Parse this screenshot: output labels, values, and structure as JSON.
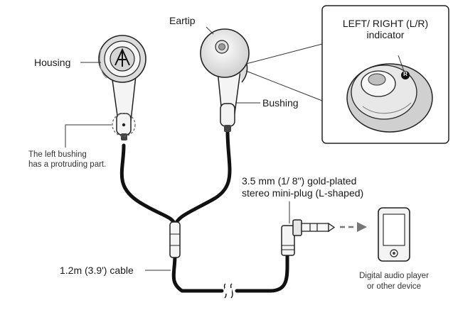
{
  "labels": {
    "housing": "Housing",
    "eartip": "Eartip",
    "lr_indicator_line1": "LEFT/ RIGHT (L/R)",
    "lr_indicator_line2": "indicator",
    "bushing": "Bushing",
    "left_bushing_line1": "The left bushing",
    "left_bushing_line2": "has a protruding part.",
    "plug_line1": "3.5 mm (1/ 8\") gold-plated",
    "plug_line2": "stereo mini-plug (L-shaped)",
    "cable": "1.2m (3.9') cable",
    "player_line1": "Digital audio player",
    "player_line2": "or other device",
    "r_mark": "R"
  },
  "colors": {
    "line": "#1a1a1a",
    "fill_light": "#f2f2f2",
    "fill_mid": "#c8c8c8",
    "cable": "#111111"
  }
}
